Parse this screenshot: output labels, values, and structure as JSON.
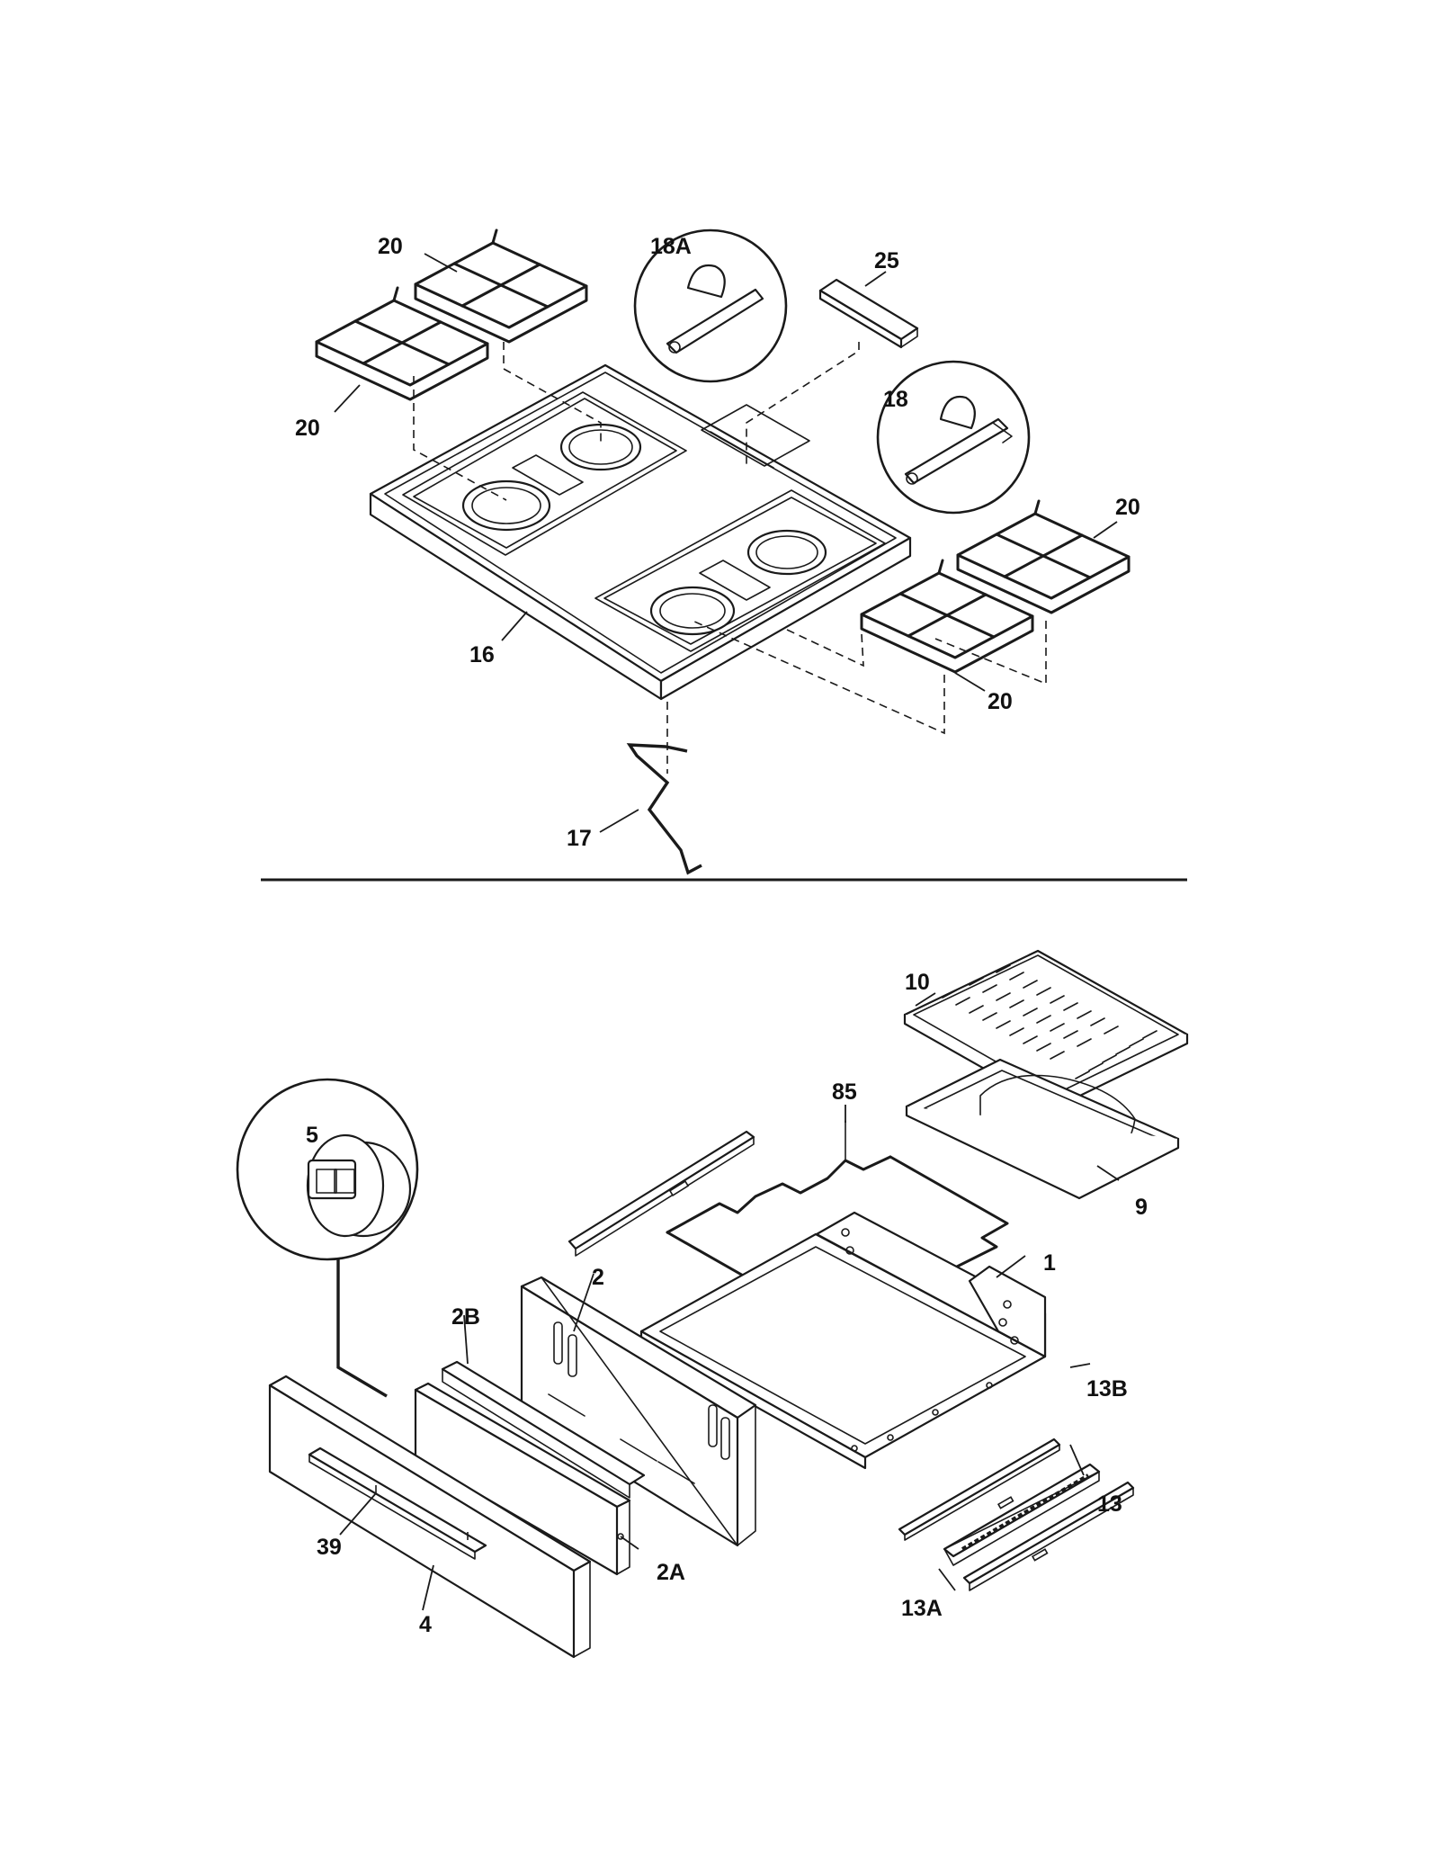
{
  "colors": {
    "line": "#1a1a1a",
    "background": "#ffffff"
  },
  "top_assembly": {
    "labels": [
      {
        "id": "grate-back-left",
        "text": "20"
      },
      {
        "id": "grate-front-left",
        "text": "20"
      },
      {
        "id": "burner-cap-detail",
        "text": "18A"
      },
      {
        "id": "trim-piece",
        "text": "25"
      },
      {
        "id": "burner-detail",
        "text": "18"
      },
      {
        "id": "grate-back-right",
        "text": "20"
      },
      {
        "id": "grate-front-right",
        "text": "20"
      },
      {
        "id": "cooktop",
        "text": "16"
      },
      {
        "id": "support-rod",
        "text": "17"
      }
    ]
  },
  "bottom_assembly": {
    "labels": [
      {
        "id": "broiler-grid",
        "text": "10"
      },
      {
        "id": "rack-85",
        "text": "85"
      },
      {
        "id": "broiler-pan",
        "text": "9"
      },
      {
        "id": "knob-detail",
        "text": "5"
      },
      {
        "id": "drawer-body",
        "text": "1"
      },
      {
        "id": "drawer-back",
        "text": "2"
      },
      {
        "id": "drawer-liner",
        "text": "2B"
      },
      {
        "id": "slide-13b",
        "text": "13B"
      },
      {
        "id": "slide-13",
        "text": "13"
      },
      {
        "id": "slide-13a",
        "text": "13A"
      },
      {
        "id": "drawer-panel",
        "text": "2A"
      },
      {
        "id": "handle",
        "text": "39"
      },
      {
        "id": "drawer-front",
        "text": "4"
      }
    ]
  }
}
